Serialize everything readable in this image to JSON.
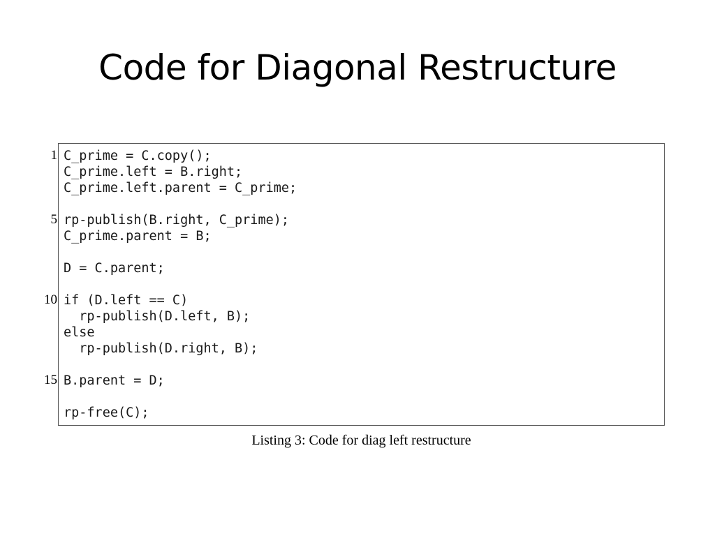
{
  "slide": {
    "title": "Code for Diagonal Restructure"
  },
  "listing": {
    "line_numbers": [
      "1",
      "5",
      "10",
      "15"
    ],
    "code_lines": [
      "C_prime = C.copy();",
      "C_prime.left = B.right;",
      "C_prime.left.parent = C_prime;",
      "",
      "rp-publish(B.right, C_prime);",
      "C_prime.parent = B;",
      "",
      "D = C.parent;",
      "",
      "if (D.left == C)",
      "  rp-publish(D.left, B);",
      "else",
      "  rp-publish(D.right, B);",
      "",
      "B.parent = D;",
      "",
      "rp-free(C);"
    ],
    "caption": "Listing 3: Code for diag left restructure"
  }
}
